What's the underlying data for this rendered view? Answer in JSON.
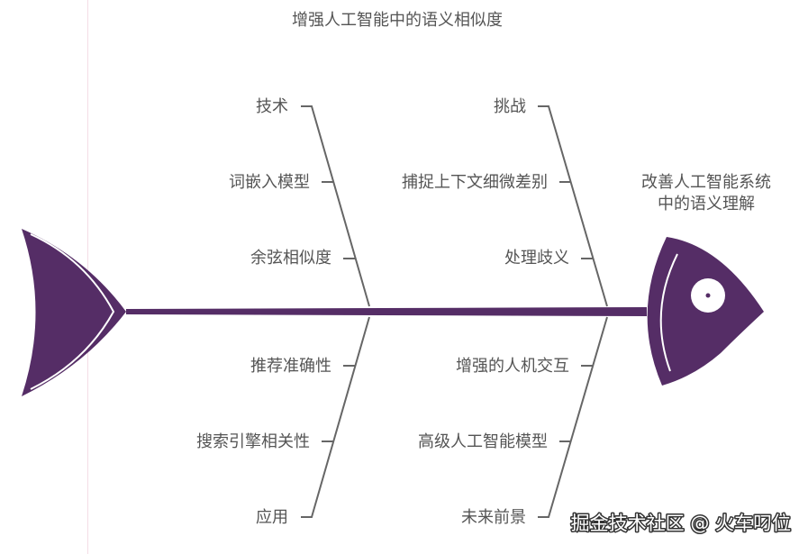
{
  "title": "增强人工智能中的语义相似度",
  "effect": [
    "改善人工智能系统",
    "中的语义理解"
  ],
  "categories": {
    "techniques": {
      "label": "技术",
      "causes": [
        "词嵌入模型",
        "余弦相似度"
      ]
    },
    "challenges": {
      "label": "挑战",
      "causes": [
        "捕捉上下文细微差别",
        "处理歧义"
      ]
    },
    "applications": {
      "label": "应用",
      "causes": [
        "推荐准确性",
        "搜索引擎相关性"
      ]
    },
    "future": {
      "label": "未来前景",
      "causes": [
        "增强的人机交互",
        "高级人工智能模型"
      ]
    }
  },
  "watermark": "掘金技术社区 @ 火车叼位",
  "colors": {
    "fish": "#552d66",
    "bone": "#666666",
    "text": "#555555",
    "eye": "#ffffff"
  }
}
